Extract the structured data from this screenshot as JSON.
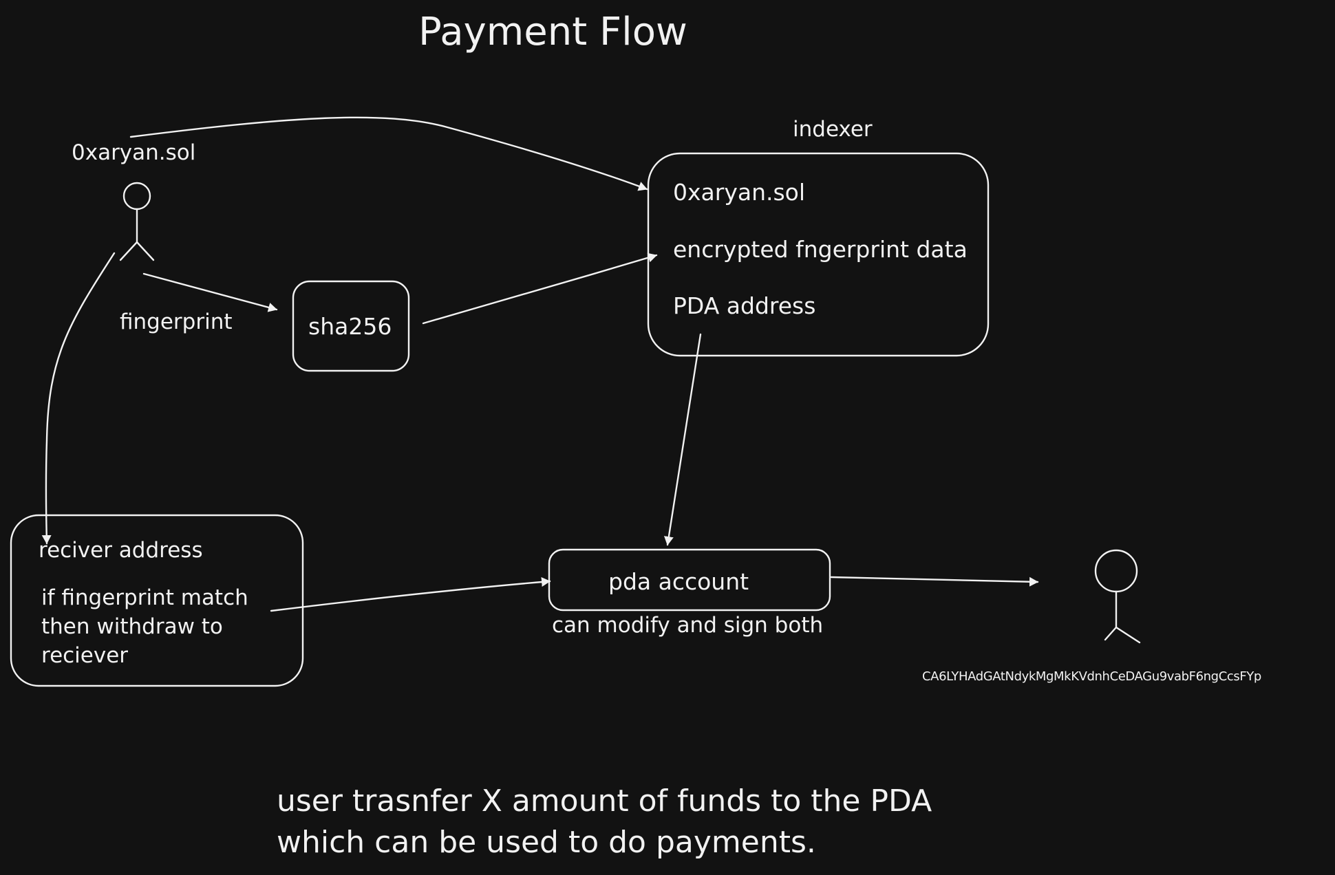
{
  "title": "Payment Flow",
  "colors": {
    "background": "#121212",
    "stroke": "#f2f2f2"
  },
  "icons": {
    "user": "stick-figure-icon",
    "receiver": "stick-figure-icon"
  },
  "user_label": "0xaryan.sol",
  "fingerprint_label": "fingerprint",
  "hash_box": {
    "label": "sha256"
  },
  "indexer": {
    "title": "indexer",
    "lines": [
      "0xaryan.sol",
      "encrypted fngerprint data",
      "PDA address"
    ]
  },
  "receiver_box": {
    "title": "reciver address",
    "lines": [
      "if fingerprint match",
      "then withdraw to",
      "reciever"
    ]
  },
  "pda_box": {
    "label": "pda account",
    "caption": "can modify and sign both"
  },
  "receiver_address": "CA6LYHAdGAtNdykMgMkKVdnhCeDAGu9vabF6ngCcsFYp",
  "note": [
    "user trasnfer X amount of funds to the PDA",
    "which can be used to do payments."
  ]
}
